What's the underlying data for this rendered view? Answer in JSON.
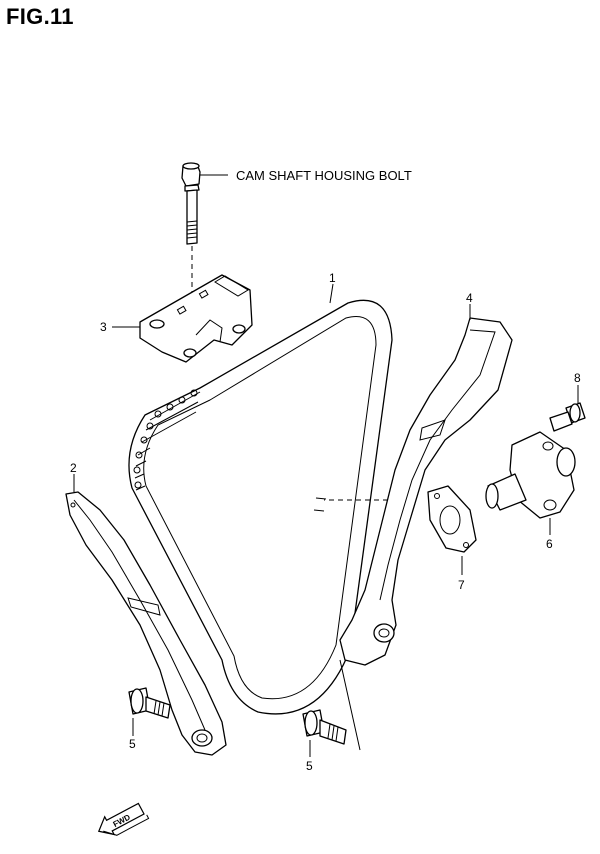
{
  "figure": {
    "title": "FIG.11"
  },
  "callouts": {
    "bolt_note": "CAM SHAFT HOUSING BOLT"
  },
  "parts": [
    {
      "ref": "1"
    },
    {
      "ref": "2"
    },
    {
      "ref": "3"
    },
    {
      "ref": "4"
    },
    {
      "ref": "5"
    },
    {
      "ref": "5"
    },
    {
      "ref": "6"
    },
    {
      "ref": "7"
    },
    {
      "ref": "8"
    }
  ],
  "direction_arrow": {
    "label": "FWD"
  },
  "colors": {
    "line": "#000000",
    "background": "#ffffff"
  }
}
